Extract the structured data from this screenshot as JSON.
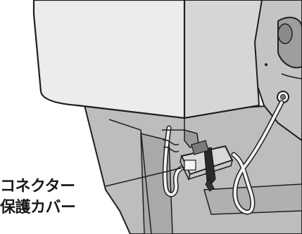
{
  "callout": {
    "line1": "コネクター",
    "line2": "保護カバー"
  },
  "colors": {
    "cover_fill": "#ececec",
    "cover_side": "#d6d6d6",
    "machine_body": "#c4c4c4",
    "stand_base": "#bdbdbd",
    "outline": "#1f1f1f",
    "cable": "#f2f2f2",
    "label_text": "#1a1a1a"
  },
  "icons": [
    "connector-cover",
    "cable-tie",
    "cable"
  ]
}
